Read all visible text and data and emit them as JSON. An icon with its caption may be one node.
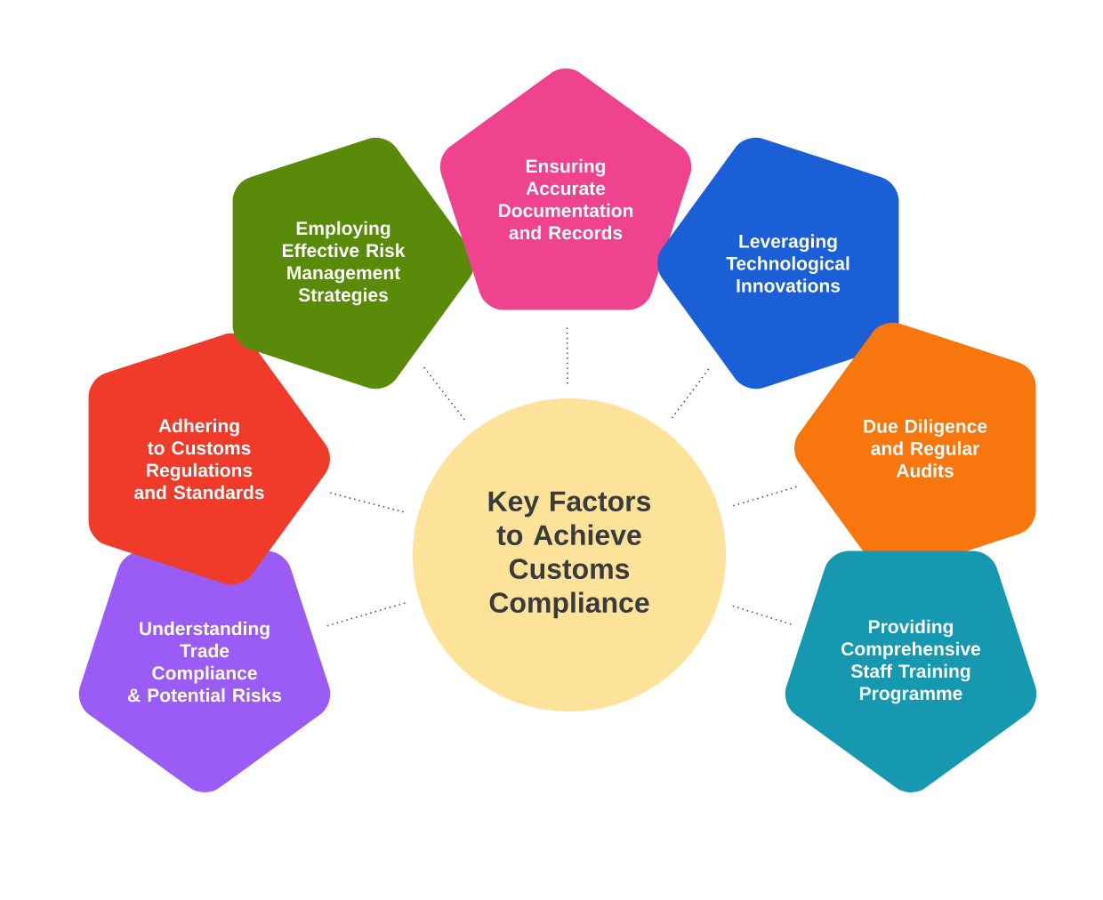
{
  "diagram": {
    "nodes": [
      {
        "text": [
          "Key Factors to Achieve Customs Compliance"
        ]
      },
      {
        "text": [
          "Understanding Trade Compliance & Potential Risks"
        ]
      },
      {
        "text": [
          "Adhering to Customs Regulations and Standards"
        ]
      },
      {
        "text": [
          "Employing Effective Risk Management Strategies"
        ]
      },
      {
        "text": [
          "Ensuring Accurate Documentation and Records"
        ]
      },
      {
        "text": [
          "Leveraging Technological Innovations"
        ]
      },
      {
        "text": [
          "Due Diligence and Regular Audits"
        ]
      },
      {
        "text": [
          "Providing Comprehensive Staff Training Programme"
        ]
      }
    ],
    "edges": [
      {
        "from": 0,
        "to": 1,
        "arrow": "none"
      },
      {
        "from": 0,
        "to": 2,
        "arrow": "none"
      },
      {
        "from": 0,
        "to": 3,
        "arrow": "none"
      },
      {
        "from": 0,
        "to": 4,
        "arrow": "none"
      },
      {
        "from": 0,
        "to": 5,
        "arrow": "none"
      },
      {
        "from": 0,
        "to": 6,
        "arrow": "none"
      },
      {
        "from": 0,
        "to": 7,
        "arrow": "none"
      }
    ]
  }
}
